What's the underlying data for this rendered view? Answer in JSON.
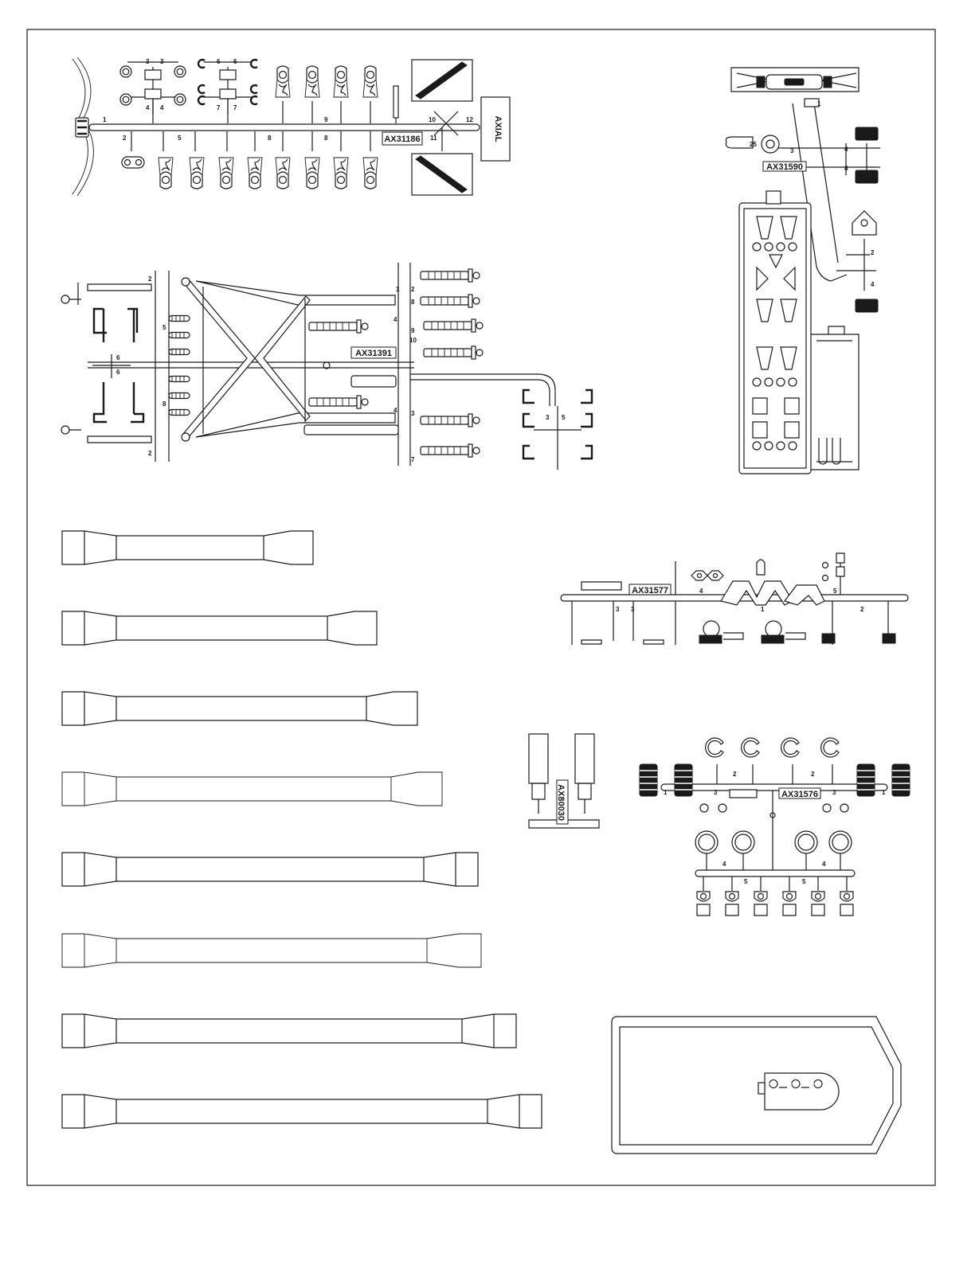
{
  "sprues": {
    "ax31186": {
      "tag": "AX31186",
      "logo": "AXIAL",
      "nums": [
        "1",
        "2",
        "3",
        "3",
        "4",
        "4",
        "5",
        "6",
        "6",
        "7",
        "7",
        "8",
        "8",
        "9",
        "10",
        "11",
        "12"
      ]
    },
    "ax31590": {
      "tag": "AX31590",
      "nums": [
        "1",
        "2",
        "3",
        "4",
        "4",
        "4",
        "25"
      ]
    },
    "ax31391": {
      "tag": "AX31391",
      "nums": [
        "1",
        "2",
        "2",
        "2",
        "3",
        "3",
        "4",
        "4",
        "5",
        "5",
        "6",
        "6",
        "7",
        "8",
        "8",
        "9",
        "10"
      ]
    },
    "ax31577": {
      "tag": "AX31577",
      "nums": [
        "1",
        "2",
        "3",
        "3",
        "4",
        "5"
      ]
    },
    "ax80030": {
      "tag": "AX80030"
    },
    "ax31576": {
      "tag": "AX31576",
      "nums": [
        "1",
        "1",
        "2",
        "2",
        "3",
        "3",
        "4",
        "4",
        "5",
        "5"
      ]
    }
  }
}
